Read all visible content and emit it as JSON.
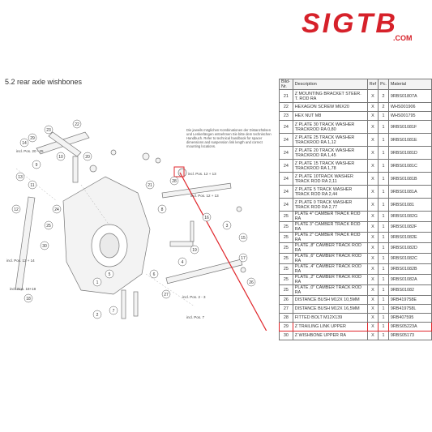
{
  "brand": {
    "logo_text": "SIGTB",
    "logo_sub": ".COM",
    "brand_color": "#d6212a",
    "highlight_color": "#e0262b"
  },
  "section_title": "5.2  rear axle wishbones",
  "diagram": {
    "note": "Die jeweils möglichen Kombinationen der Distanzhülsen und Lenkerlängen entnehmen Sie bitte dem technischen Handbuch. Refer to technical handbook for spacer dimensions and suspension link length and correct mounting locations.",
    "callouts": {
      "incl_20_25": "incl. Pos. 20 - 25",
      "incl_12_13_top": "incl. Pos. 12 + 13",
      "incl_12_13_mid": "incl. Pos. 12 + 13",
      "incl_13_14": "incl. Pos. 13 + 14",
      "incl_18_18": "incl. Pos. 18+18",
      "incl_2_3": "incl. Pos. 2 - 3",
      "incl_7": "incl. Pos. 7"
    },
    "bubbles": [
      "29",
      "23",
      "14",
      "22",
      "10",
      "9",
      "11",
      "20",
      "21",
      "28",
      "8",
      "16",
      "3",
      "15",
      "17",
      "19",
      "13",
      "4",
      "6",
      "5",
      "1",
      "26",
      "27",
      "24",
      "25",
      "29",
      "12",
      "3",
      "2",
      "12",
      "24",
      "7",
      "30",
      "5",
      "6",
      "18"
    ]
  },
  "table": {
    "headers": {
      "pos": "Bild-Nr.",
      "desc": "Description",
      "x": "Ref",
      "pc": "Pc.",
      "mat": "Material"
    },
    "rows": [
      {
        "pos": "21",
        "desc": "Z MOUNTING BRACKET STEER. T. ROD RA",
        "x": "X",
        "pc": "2",
        "mat": "9RBS01807A"
      },
      {
        "pos": "22",
        "desc": "HEXAGON SCREW M6X20",
        "x": "X",
        "pc": "2",
        "mat": "WHS001906"
      },
      {
        "pos": "23",
        "desc": "HEX NUT M8",
        "x": "X",
        "pc": "1",
        "mat": "WHS001795"
      },
      {
        "pos": "24",
        "desc": "Z PLATE 30 TRACK WASHER TRACKROD RA 0,80",
        "x": "X",
        "pc": "1",
        "mat": "9RBS01081F"
      },
      {
        "pos": "24",
        "desc": "Z PLATE 25 TRACK WASHER TRACKROD RA 1,12",
        "x": "X",
        "pc": "1",
        "mat": "9RBS01081E"
      },
      {
        "pos": "24",
        "desc": "Z PLATE 20 TRACK WASHER TRACKROD RA 1,45",
        "x": "X",
        "pc": "1",
        "mat": "9RBS01081D"
      },
      {
        "pos": "24",
        "desc": "Z PLATE 15 TRACK WASHER TRACKROD RA 1,78",
        "x": "X",
        "pc": "1",
        "mat": "9RBS01081C"
      },
      {
        "pos": "24",
        "desc": "Z PLATE 10TRACK WASHER TRACK ROD RA 2,11",
        "x": "X",
        "pc": "1",
        "mat": "9RBS01081B"
      },
      {
        "pos": "24",
        "desc": "Z PLATE 5 TRACK WASHER TRACK ROD RA 2,44",
        "x": "X",
        "pc": "1",
        "mat": "9RBS01081A"
      },
      {
        "pos": "24",
        "desc": "Z PLATE 0 TRACK WASHER TRACK ROD RA 2,77",
        "x": "X",
        "pc": "1",
        "mat": "9RBS01081"
      },
      {
        "pos": "25",
        "desc": "PLATE 4\" CAMBER TRACK ROD RA",
        "x": "X",
        "pc": "1",
        "mat": "9RBS01082G"
      },
      {
        "pos": "25",
        "desc": "PLATE 3\" CAMBER TRACK ROD RA",
        "x": "X",
        "pc": "1",
        "mat": "9RBS01082F"
      },
      {
        "pos": "25",
        "desc": "PLATE 2\" CAMBER TRACK ROD RA",
        "x": "X",
        "pc": "1",
        "mat": "9RBS01082E"
      },
      {
        "pos": "25",
        "desc": "PLATE ,8\" CAMBER TRACK ROD RA",
        "x": "X",
        "pc": "1",
        "mat": "9RBS01082D"
      },
      {
        "pos": "25",
        "desc": "PLATE ,6\" CAMBER TRACK ROD RA",
        "x": "X",
        "pc": "1",
        "mat": "9RBS01082C"
      },
      {
        "pos": "25",
        "desc": "PLATE ,4\" CAMBER TRACK ROD RA",
        "x": "X",
        "pc": "1",
        "mat": "9RBS01082B"
      },
      {
        "pos": "25",
        "desc": "PLATE ,2\" CAMBER TRACK ROD RA",
        "x": "X",
        "pc": "1",
        "mat": "9RBS01082A"
      },
      {
        "pos": "25",
        "desc": "PLATE ,0\" CAMBER TRACK ROD RA",
        "x": "X",
        "pc": "1",
        "mat": "9RBS01082"
      },
      {
        "pos": "26",
        "desc": "DISTANCE BUSH M12X 10,5MM",
        "x": "X",
        "pc": "1",
        "mat": "9RB419758E"
      },
      {
        "pos": "27",
        "desc": "DISTANCE BUSH M12X 16,5MM",
        "x": "X",
        "pc": "1",
        "mat": "9RB419758L"
      },
      {
        "pos": "28",
        "desc": "FITTED BOLT M12X139",
        "x": "X",
        "pc": "1",
        "mat": "9RB407595"
      },
      {
        "pos": "29",
        "desc": "Z TRAILING LINK UPPER",
        "x": "X",
        "pc": "1",
        "mat": "9RBS05223A"
      },
      {
        "pos": "30",
        "desc": "Z WISHBONE UPPER RA",
        "x": "X",
        "pc": "1",
        "mat": "9RBS05173"
      }
    ]
  }
}
